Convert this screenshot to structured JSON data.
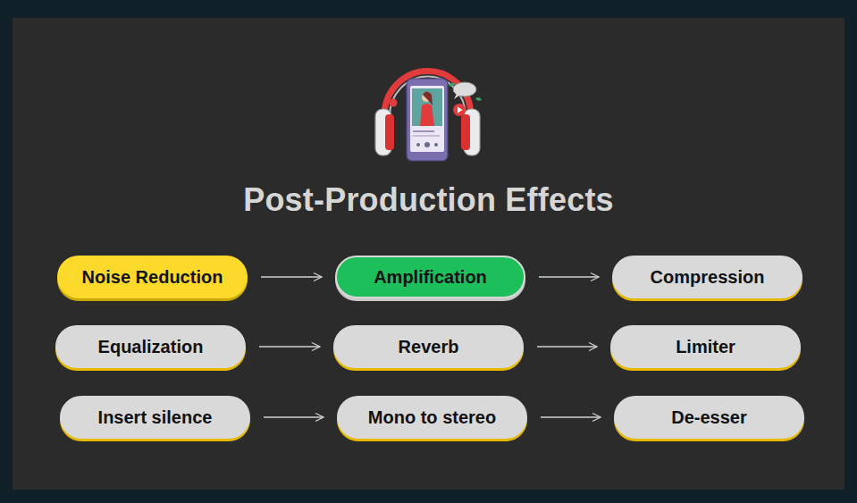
{
  "diagram": {
    "title": "Post-Production Effects",
    "nodes": [
      {
        "text": [
          "Noise Reduction"
        ]
      },
      {
        "text": [
          "Amplification"
        ]
      },
      {
        "text": [
          "Compression"
        ]
      },
      {
        "text": [
          "Equalization"
        ]
      },
      {
        "text": [
          "Reverb"
        ]
      },
      {
        "text": [
          "Limiter"
        ]
      },
      {
        "text": [
          "Insert silence"
        ]
      },
      {
        "text": [
          "Mono to stereo"
        ]
      },
      {
        "text": [
          "De-esser"
        ]
      }
    ],
    "edges": [
      {
        "from": 0,
        "to": 1,
        "arrow": "to"
      },
      {
        "from": 1,
        "to": 2,
        "arrow": "to"
      },
      {
        "from": 3,
        "to": 4,
        "arrow": "to"
      },
      {
        "from": 4,
        "to": 5,
        "arrow": "to"
      },
      {
        "from": 6,
        "to": 7,
        "arrow": "to"
      },
      {
        "from": 7,
        "to": 8,
        "arrow": "to"
      }
    ]
  }
}
